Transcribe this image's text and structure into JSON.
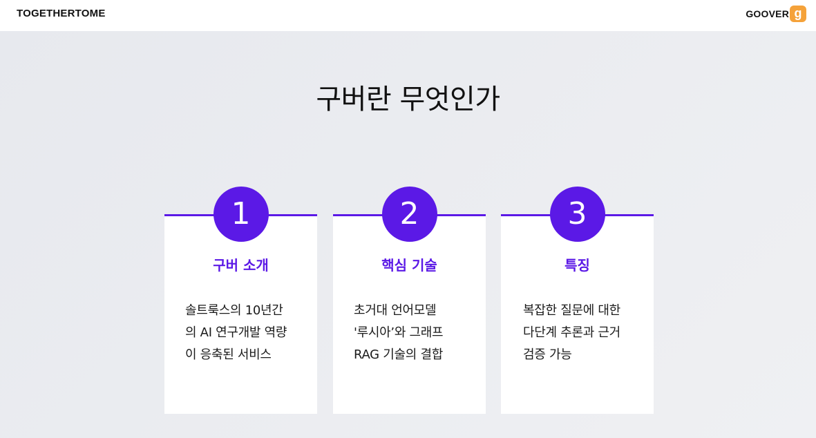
{
  "header": {
    "brand_left": "TOGETHERTOME",
    "brand_right": "GOOVER",
    "brand_right_logo_letter": "g",
    "brand_right_logo_color": "#f5a23a"
  },
  "main": {
    "title": "구버란 무엇인가",
    "accent_color": "#5b19e6",
    "cards": [
      {
        "number": "1",
        "title": "구버 소개",
        "lines": [
          "솔트룩스의 10년간",
          "의 AI 연구개발 역량",
          "이 응축된 서비스"
        ]
      },
      {
        "number": "2",
        "title": "핵심 기술",
        "lines": [
          "초거대 언어모델",
          "'루시아’와 그래프",
          "RAG 기술의 결합"
        ]
      },
      {
        "number": "3",
        "title": "특징",
        "lines": [
          "복잡한 질문에 대한",
          "다단계 추론과 근거",
          "검증 가능"
        ]
      }
    ]
  }
}
